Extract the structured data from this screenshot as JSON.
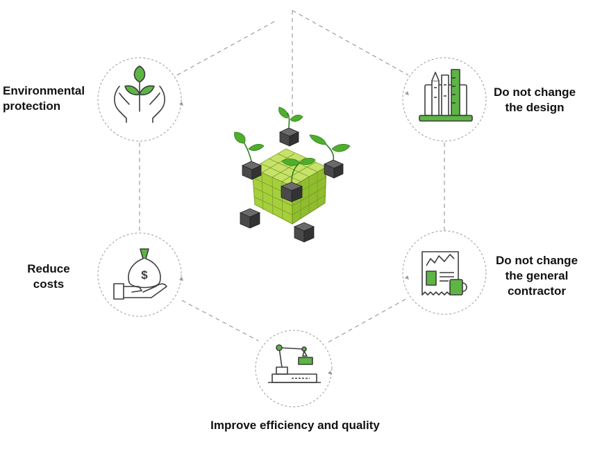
{
  "diagram": {
    "benefits": [
      {
        "id": "environmental-protection",
        "lines": [
          "Environmental",
          "protection"
        ],
        "icon": "hands-plant-icon"
      },
      {
        "id": "do-not-change-design",
        "lines": [
          "Do not change",
          "the design"
        ],
        "icon": "blueprint-buildings-icon"
      },
      {
        "id": "reduce-costs",
        "lines": [
          "Reduce",
          "costs"
        ],
        "icon": "money-bag-hand-icon"
      },
      {
        "id": "do-not-change-contractor",
        "lines": [
          "Do not change",
          "the general",
          "contractor"
        ],
        "icon": "newspaper-coffee-icon"
      },
      {
        "id": "improve-efficiency",
        "lines": [
          "Improve efficiency and quality"
        ],
        "icon": "robot-arm-icon"
      }
    ],
    "center_image": "green-cube-sprouts-illustration",
    "colors": {
      "accent_green": "#5cb544",
      "icon_stroke": "#3d3d3d",
      "connector": "#8a8a8a",
      "cube_green": "#a6cf3c",
      "cube_dark": "#4a4a4a"
    }
  }
}
